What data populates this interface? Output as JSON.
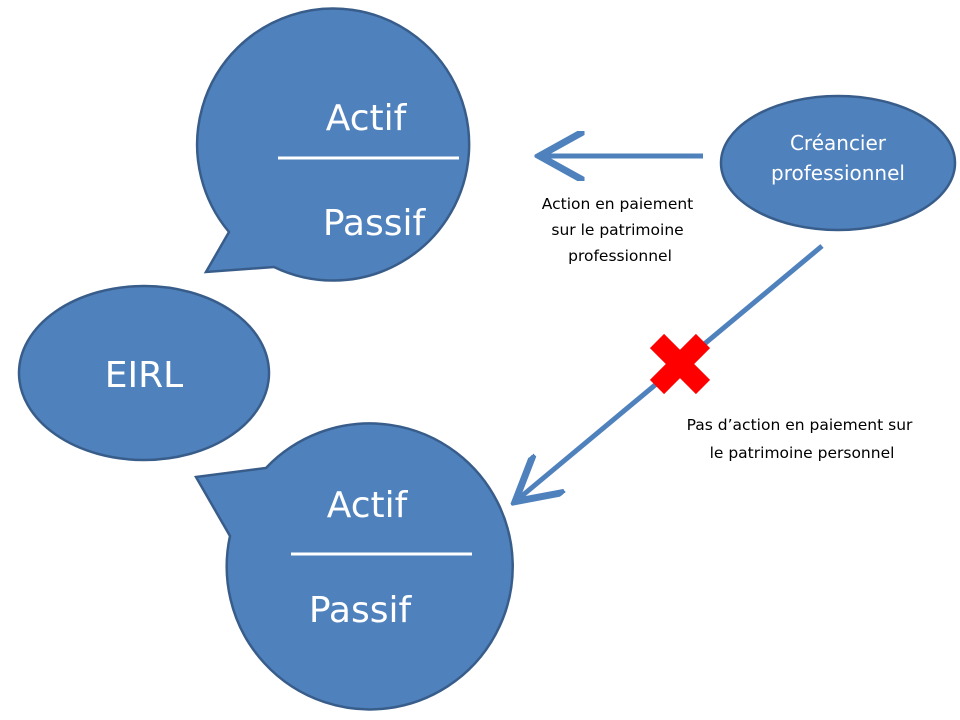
{
  "diagram": {
    "colors": {
      "shape_fill": "#4f81bd",
      "shape_stroke": "#385d8a",
      "arrow": "#4f81bd",
      "blocked_mark": "#ff0000"
    },
    "eirl": {
      "label": "EIRL"
    },
    "professional_patrimony": {
      "top": "Actif",
      "bottom": "Passif"
    },
    "personal_patrimony": {
      "top": "Actif",
      "bottom": "Passif"
    },
    "creditor": {
      "line1": "Créancier",
      "line2": "professionnel"
    },
    "allowed_action": {
      "lines": [
        "Action en paiement",
        "sur le patrimoine",
        "professionnel"
      ]
    },
    "blocked_action": {
      "lines": [
        "Pas d’action en paiement sur",
        "le patrimoine personnel"
      ],
      "mark_icon": "red-x-icon"
    }
  }
}
